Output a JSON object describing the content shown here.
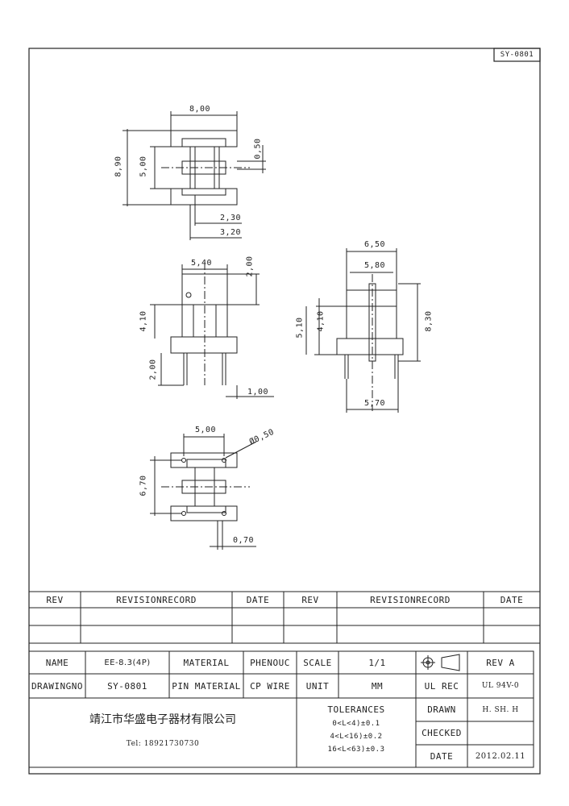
{
  "drawing_no_tag": "SY-0801",
  "dimensions": {
    "top_width": "8,00",
    "top_right_thickness": "0,50",
    "top_height_outer": "8,90",
    "top_height_inner": "5,00",
    "top_pin_offset_1": "2,30",
    "top_pin_offset_2": "3,20",
    "front_width": "5,40",
    "front_top_height": "2,00",
    "front_body_height": "4,10",
    "front_pin_len": "2,00",
    "front_pin_spacing": "1,00",
    "side_outer_width": "6,50",
    "side_inner_width": "5,80",
    "side_h1": "5,10",
    "side_h2": "4,10",
    "side_total_h": "8,30",
    "side_base_width": "5,70",
    "bottom_width": "5,00",
    "bottom_hole": "Ø0,50",
    "bottom_height": "6,70",
    "bottom_pin_w": "0,70"
  },
  "revision_table": {
    "headers": [
      "REV",
      "REVISIONRECORD",
      "DATE",
      "REV",
      "REVISIONRECORD",
      "DATE"
    ]
  },
  "title_block": {
    "name_label": "NAME",
    "name_value": "EE-8.3(4P)",
    "material_label": "MATERIAL",
    "material_value": "PHENOUC",
    "scale_label": "SCALE",
    "scale_value": "1/1",
    "rev_label": "REV A",
    "drawingno_label": "DRAWINGNO",
    "drawingno_value": "SY-0801",
    "pin_material_label": "PIN MATERIAL",
    "pin_material_value": "CP WIRE",
    "unit_label": "UNIT",
    "unit_value": "MM",
    "ul_rec_label": "UL REC",
    "ul_rec_value": "UL 94V-0",
    "company": "靖江市华盛电子器材有限公司",
    "tel": "Tel: 18921730730",
    "tolerances_label": "TOLERANCES",
    "tol_1": "0<L<4)±0.1",
    "tol_2": "4<L<16)±0.2",
    "tol_3": "16<L<63)±0.3",
    "drawn_label": "DRAWN",
    "drawn_value": "H. SH. H",
    "checked_label": "CHECKED",
    "checked_value": "",
    "date_label": "DATE",
    "date_value": "2012.02.11"
  }
}
